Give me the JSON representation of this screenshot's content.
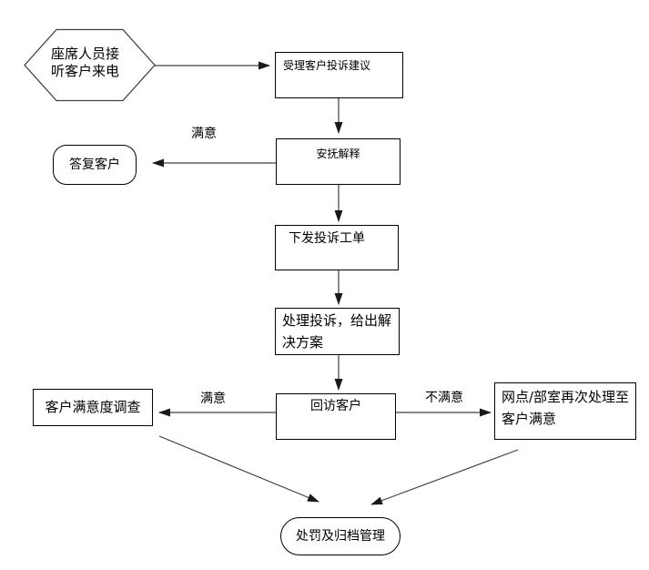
{
  "diagram": {
    "nodes": {
      "start": {
        "label": "座席人员接听客户来电",
        "shape": "hexagon"
      },
      "accept": {
        "label": "受理客户投诉建议",
        "shape": "rect"
      },
      "soothe": {
        "label": "安抚解释",
        "shape": "rect"
      },
      "reply": {
        "label": "答复客户",
        "shape": "terminator"
      },
      "ticket": {
        "label": "下发投诉工单",
        "shape": "rect"
      },
      "resolve": {
        "label": "处理投诉，给出解决方案",
        "shape": "rect"
      },
      "revisit": {
        "label": "回访客户",
        "shape": "rect"
      },
      "survey": {
        "label": "客户满意度调查",
        "shape": "rect"
      },
      "rehandle": {
        "label": "网点/部室再次处理至客户满意",
        "shape": "rect"
      },
      "archive": {
        "label": "处罚及归档管理",
        "shape": "terminator"
      }
    },
    "edges": [
      {
        "from": "start",
        "to": "accept",
        "label": ""
      },
      {
        "from": "accept",
        "to": "soothe",
        "label": ""
      },
      {
        "from": "soothe",
        "to": "reply",
        "label": "满意"
      },
      {
        "from": "soothe",
        "to": "ticket",
        "label": ""
      },
      {
        "from": "ticket",
        "to": "resolve",
        "label": ""
      },
      {
        "from": "resolve",
        "to": "revisit",
        "label": ""
      },
      {
        "from": "revisit",
        "to": "survey",
        "label": "满意"
      },
      {
        "from": "revisit",
        "to": "rehandle",
        "label": "不满意"
      },
      {
        "from": "survey",
        "to": "archive",
        "label": ""
      },
      {
        "from": "rehandle",
        "to": "archive",
        "label": ""
      }
    ],
    "colors": {
      "background": "#ffffff",
      "line": "#404040",
      "border": "#000000",
      "text": "#000000"
    }
  }
}
